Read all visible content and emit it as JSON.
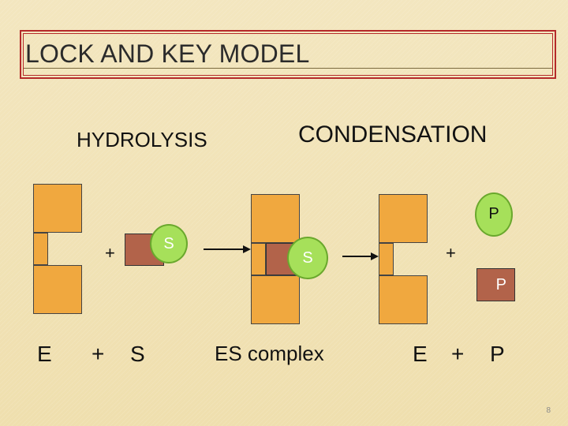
{
  "slide": {
    "title": "LOCK AND KEY MODEL",
    "hydrolysis": "HYDROLYSIS",
    "condensation": "CONDENSATION",
    "page_number": "8"
  },
  "diagram": {
    "substrate": "S",
    "product": "P",
    "plus": "+",
    "bottom_labels": {
      "enzyme": "E",
      "plus1": "+",
      "substrate": "S",
      "complex": "ES complex",
      "enzyme2": "E",
      "plus2": "+",
      "product": "P"
    }
  },
  "colors": {
    "enzyme": "#f0a83f",
    "substrate_key": "#b2634a",
    "circle": "#a6e05a",
    "frame": "#b52a2a"
  }
}
